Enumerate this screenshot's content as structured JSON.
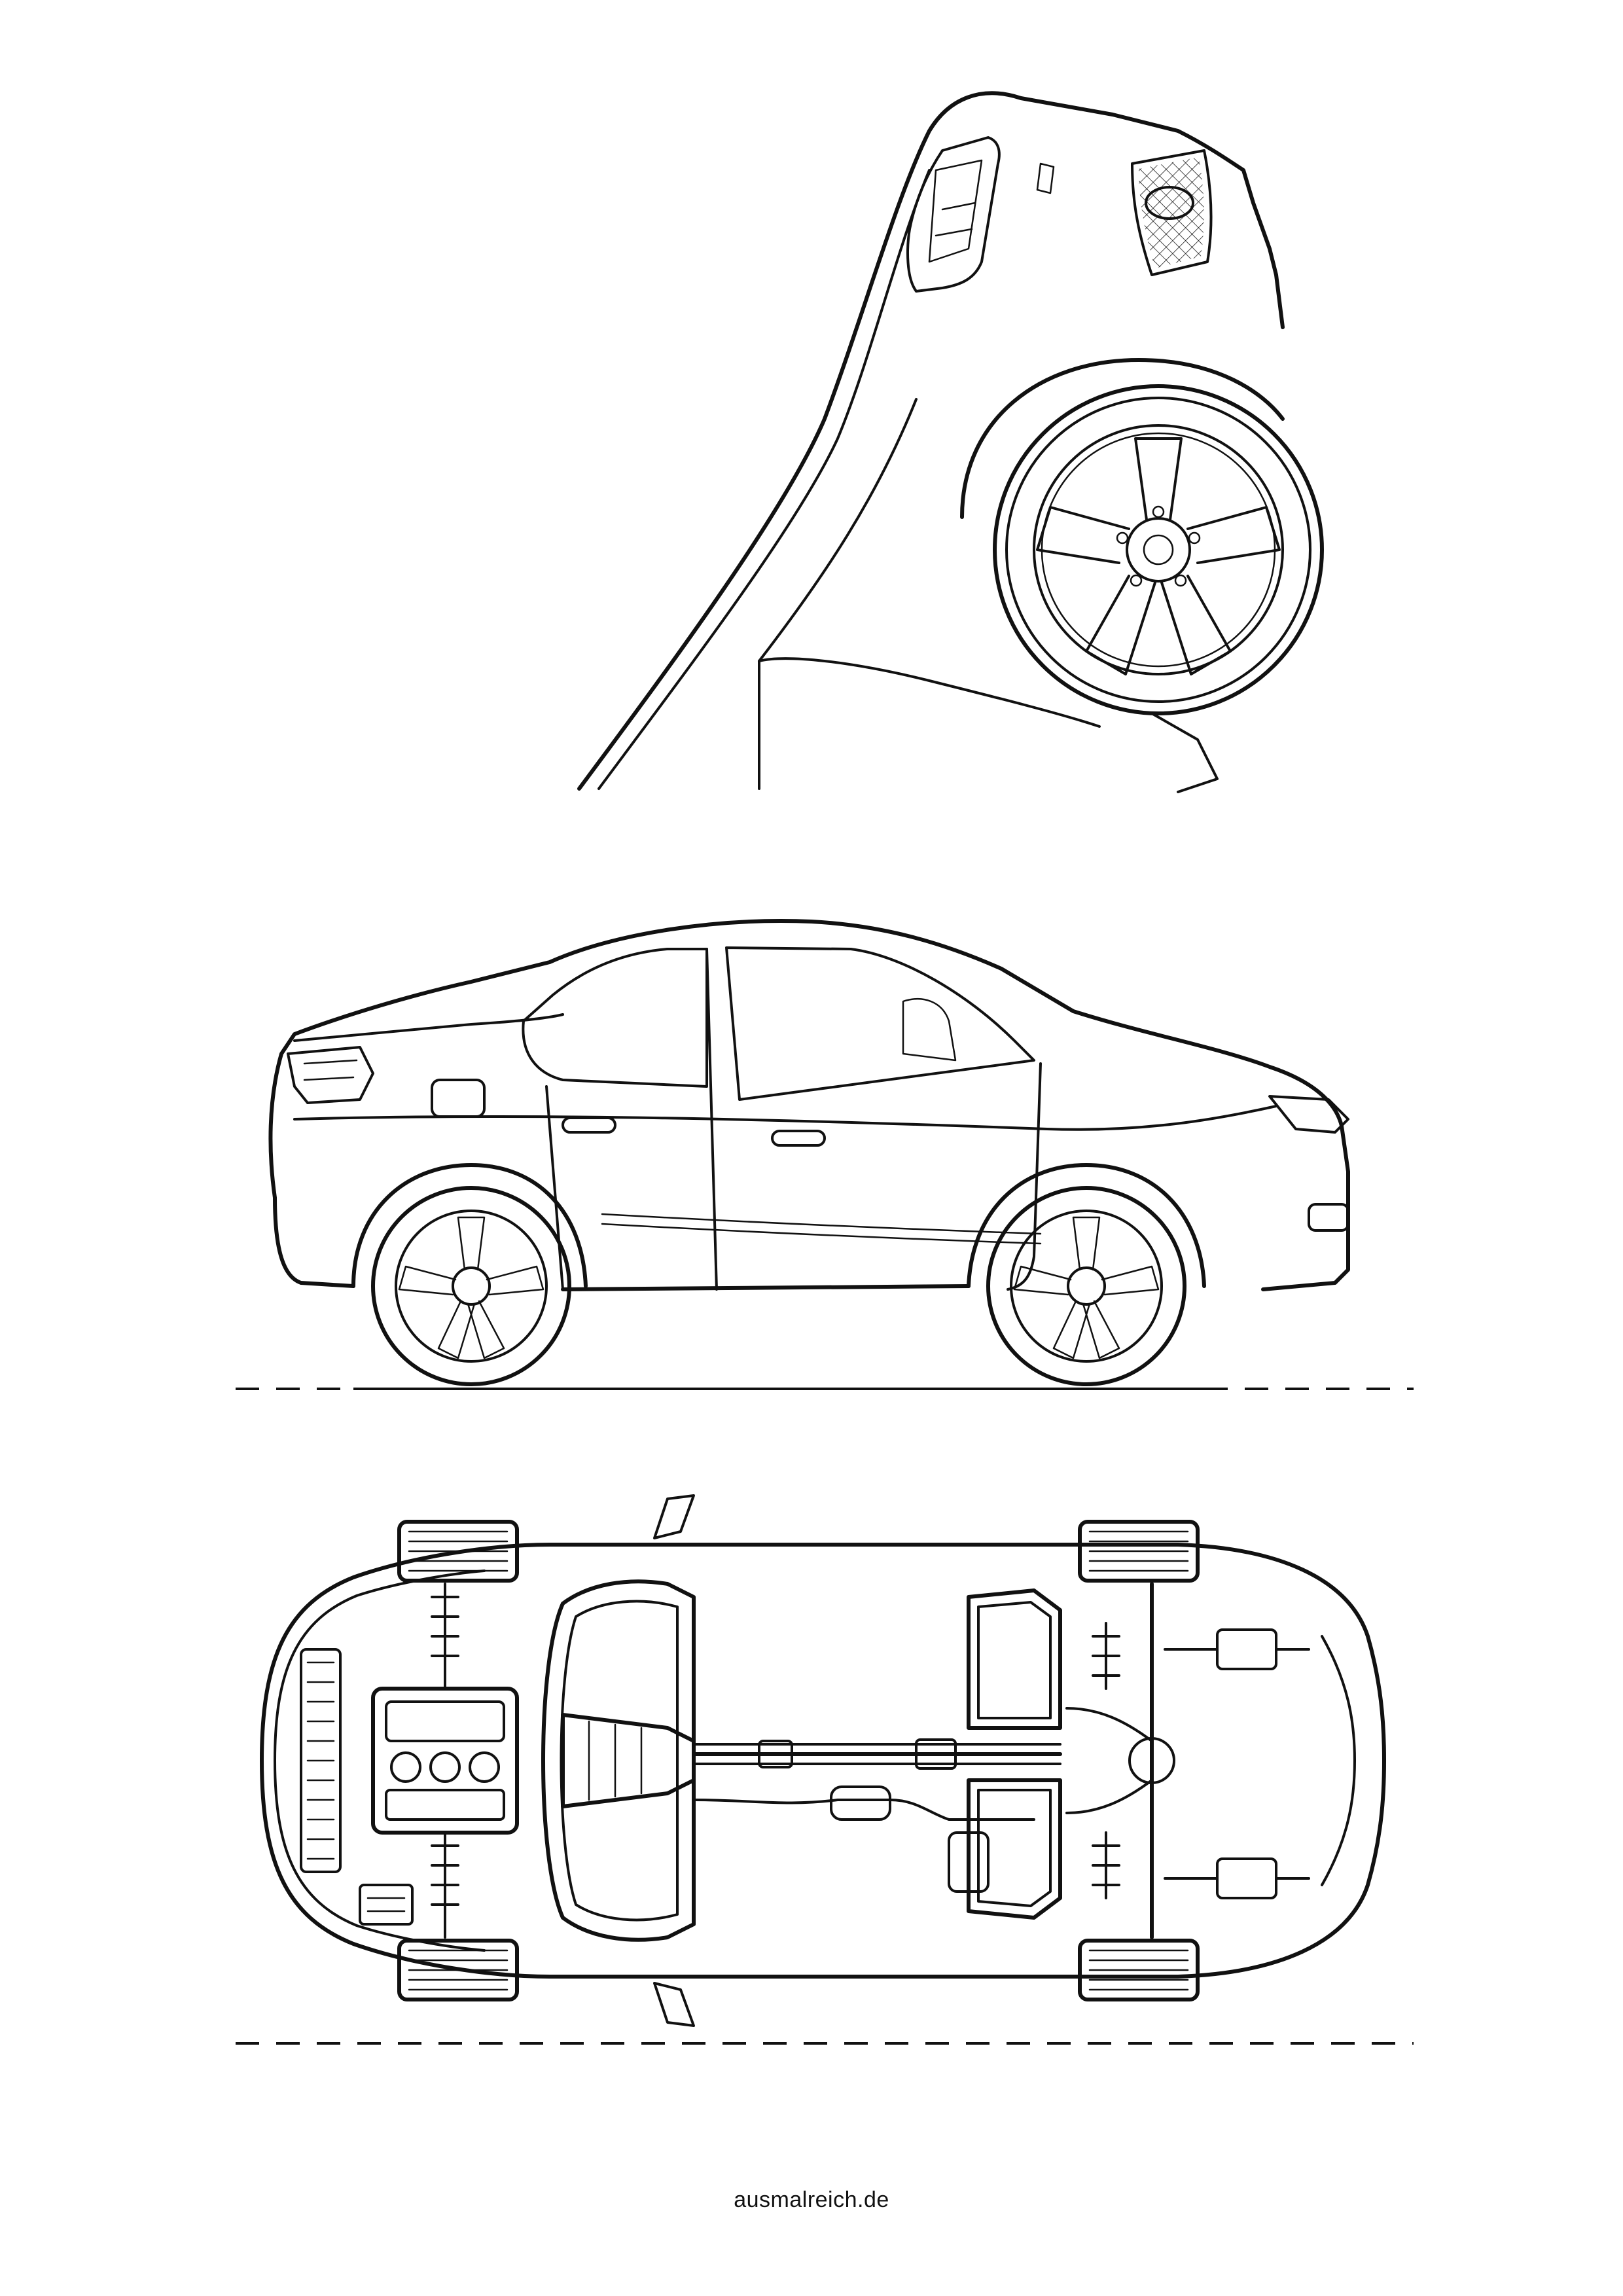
{
  "footer": {
    "text": "ausmalreich.de"
  },
  "figures": {
    "rear_quarter": {
      "icon": "car-rear-quarter-wheel-drawing"
    },
    "side_view": {
      "icon": "sedan-side-view-drawing"
    },
    "underbody_view": {
      "icon": "sedan-underbody-cutaway-drawing"
    }
  },
  "colors": {
    "ink": "#111111",
    "paper": "#ffffff"
  }
}
